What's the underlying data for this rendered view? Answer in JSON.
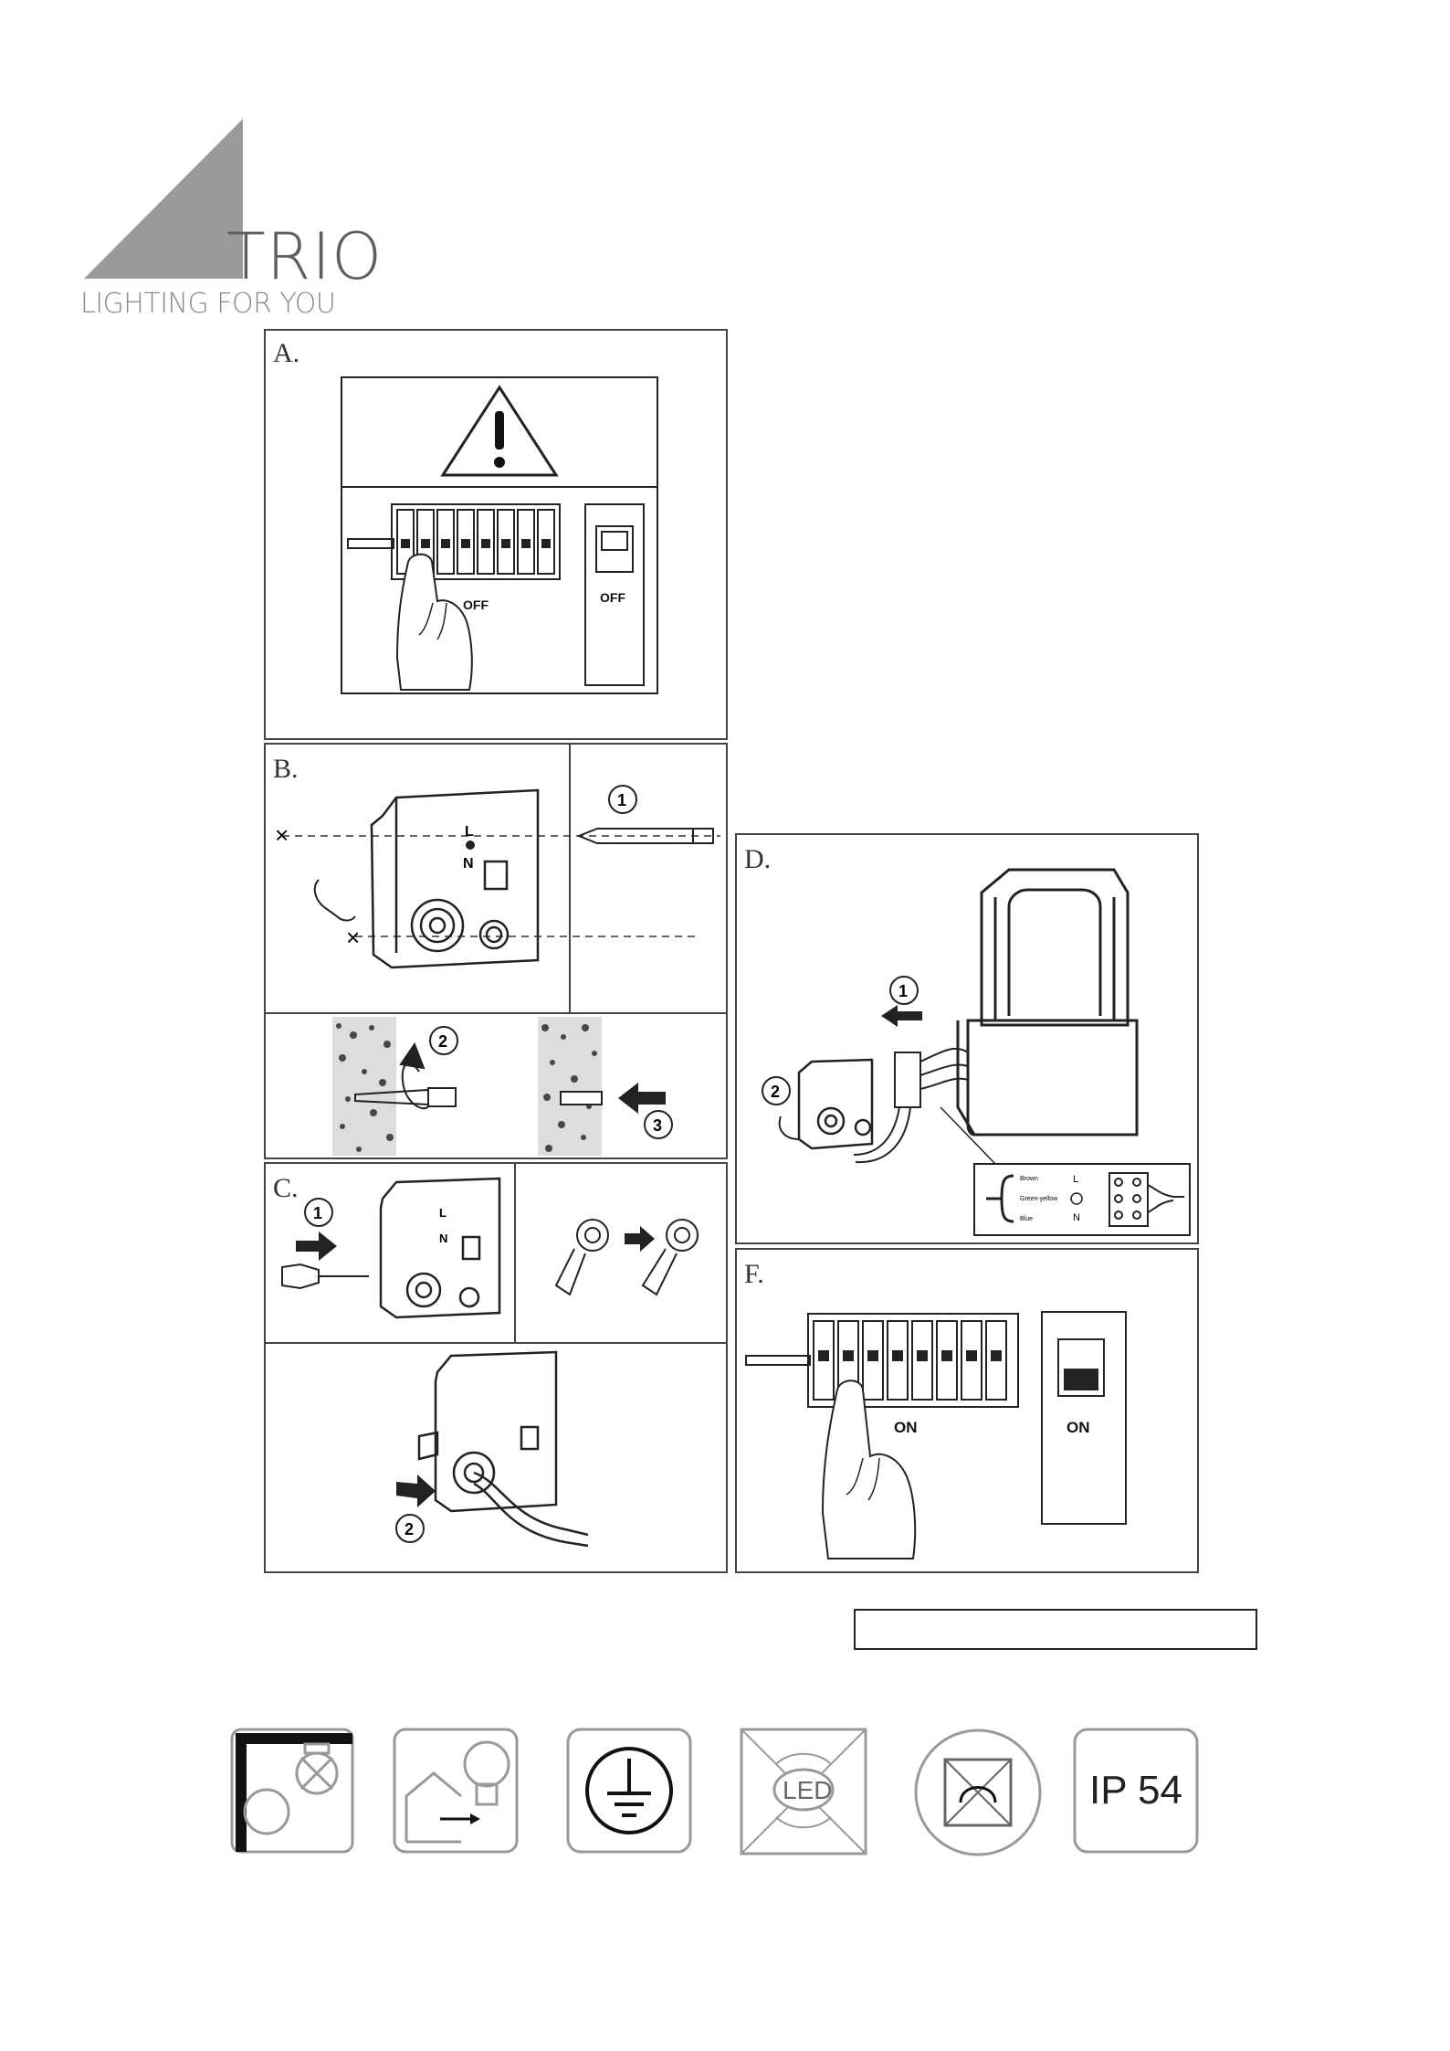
{
  "logo": {
    "brand": "TRIO",
    "tagline": "LIGHTING FOR YOU"
  },
  "panels": {
    "a": {
      "label": "A.",
      "breaker_state": "OFF",
      "switch_state": "OFF"
    },
    "b": {
      "label": "B.",
      "step1": "1",
      "step2": "2",
      "step3": "3",
      "mark_l": "L",
      "mark_n": "N"
    },
    "c": {
      "label": "C.",
      "step1": "1",
      "step2": "2",
      "mark_l": "L",
      "mark_n": "N"
    },
    "d": {
      "label": "D.",
      "step1": "1",
      "step2": "2",
      "wire_l": "L",
      "wire_n": "N",
      "wire_brown": "Brown",
      "wire_green": "Green-yellow",
      "wire_blue": "Blue"
    },
    "f": {
      "label": "F.",
      "breaker_state": "ON",
      "switch_state": "ON"
    }
  },
  "info_box": {
    "text": ""
  },
  "symbols": [
    {
      "icon": "wall-ceiling-mount-icon"
    },
    {
      "icon": "indoor-use-icon"
    },
    {
      "icon": "protective-earth-icon"
    },
    {
      "icon": "led-not-replaceable-icon"
    },
    {
      "icon": "not-dimmable-icon"
    },
    {
      "icon": "ip-rating-icon",
      "text": "IP 54"
    }
  ]
}
